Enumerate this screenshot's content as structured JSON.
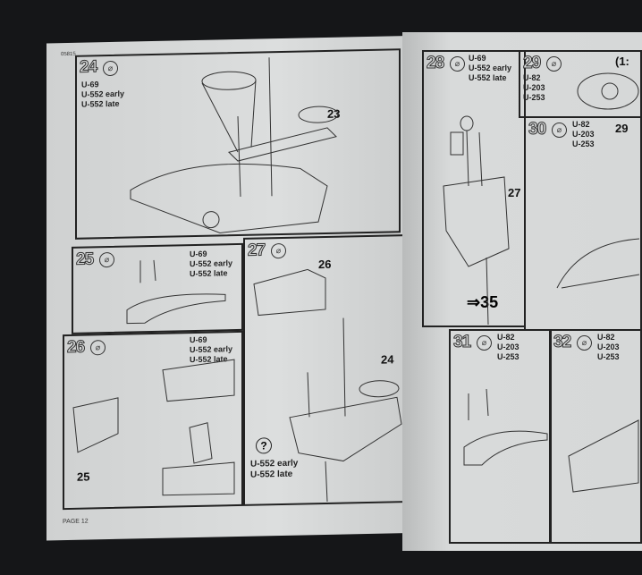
{
  "left_page": {
    "code": "05815",
    "page_label": "PAGE 12",
    "steps": [
      {
        "number": "24",
        "variants": [
          "U-69",
          "U-552 early",
          "U-552 late"
        ],
        "ref": "23"
      },
      {
        "number": "25",
        "variants": [
          "U-69",
          "U-552 early",
          "U-552 late"
        ]
      },
      {
        "number": "26",
        "variants": [
          "U-69",
          "U-552 early",
          "U-552 late"
        ],
        "ref": "25"
      },
      {
        "number": "27",
        "ref_top": "26",
        "ref_mid": "24",
        "note_icon": "?",
        "note_variants": [
          "U-552 early",
          "U-552 late"
        ]
      }
    ]
  },
  "right_page": {
    "steps": [
      {
        "number": "28",
        "variants": [
          "U-69",
          "U-552 early",
          "U-552 late"
        ],
        "ref": "27",
        "goto": "35"
      },
      {
        "number": "29",
        "variants": [
          "U-82",
          "U-203",
          "U-253"
        ],
        "scale": "(1:"
      },
      {
        "number": "30",
        "variants": [
          "U-82",
          "U-203",
          "U-253"
        ],
        "ref": "29"
      },
      {
        "number": "31",
        "variants": [
          "U-82",
          "U-203",
          "U-253"
        ]
      },
      {
        "number": "32",
        "variants": [
          "U-82",
          "U-203",
          "U-253"
        ]
      }
    ]
  },
  "glue_icon": "glue-tube-icon",
  "arrow_icon": "double-arrow-icon"
}
